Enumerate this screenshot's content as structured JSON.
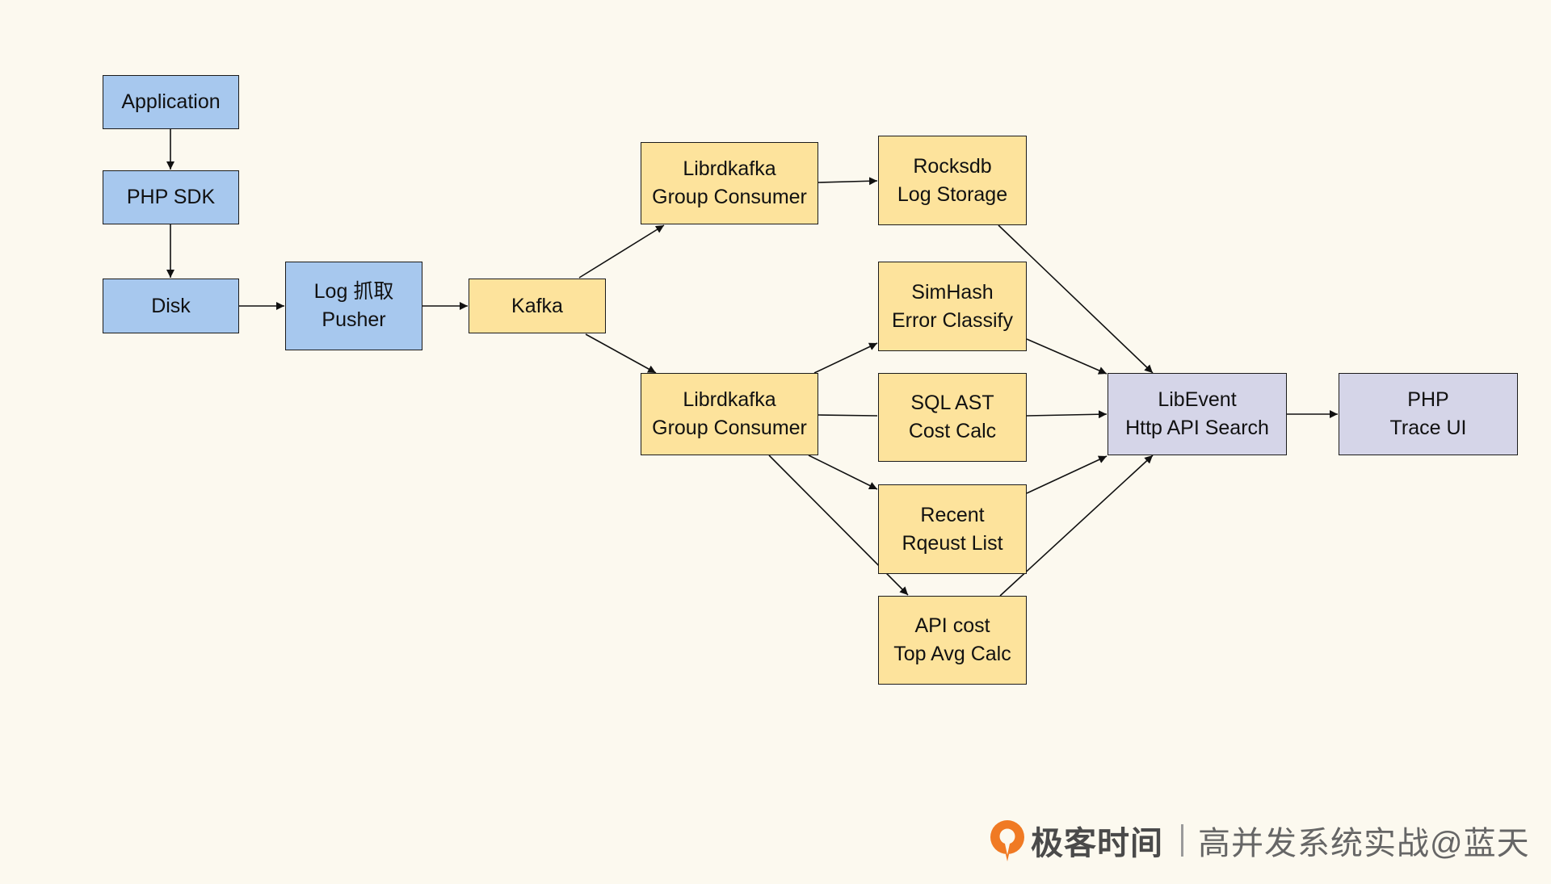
{
  "nodes": {
    "application": {
      "lines": [
        "Application"
      ]
    },
    "php_sdk": {
      "lines": [
        "PHP SDK"
      ]
    },
    "disk": {
      "lines": [
        "Disk"
      ]
    },
    "log_pusher": {
      "lines": [
        "Log 抓取",
        "Pusher"
      ]
    },
    "kafka": {
      "lines": [
        "Kafka"
      ]
    },
    "consumer_top": {
      "lines": [
        "Librdkafka",
        "Group Consumer"
      ]
    },
    "consumer_bottom": {
      "lines": [
        "Librdkafka",
        "Group Consumer"
      ]
    },
    "rocksdb": {
      "lines": [
        "Rocksdb",
        "Log Storage"
      ]
    },
    "simhash": {
      "lines": [
        "SimHash",
        "Error Classify"
      ]
    },
    "sql_ast": {
      "lines": [
        "SQL AST",
        "Cost Calc"
      ]
    },
    "recent": {
      "lines": [
        "Recent",
        "Rqeust List"
      ]
    },
    "api_cost": {
      "lines": [
        "API cost",
        "Top Avg Calc"
      ]
    },
    "libevent": {
      "lines": [
        "LibEvent",
        "Http API Search"
      ]
    },
    "php_trace": {
      "lines": [
        "PHP",
        "Trace UI"
      ]
    }
  },
  "colors": {
    "background": "#fcf9ef",
    "client_blue": "#a7c8ee",
    "processing_yellow": "#fde39c",
    "service_lavender": "#d5d5e8",
    "logo_orange": "#f07a24"
  },
  "footer": {
    "logo_icon": "geektime-logo-icon",
    "brand": "极客时间",
    "course": "高并发系统实战@蓝天"
  }
}
